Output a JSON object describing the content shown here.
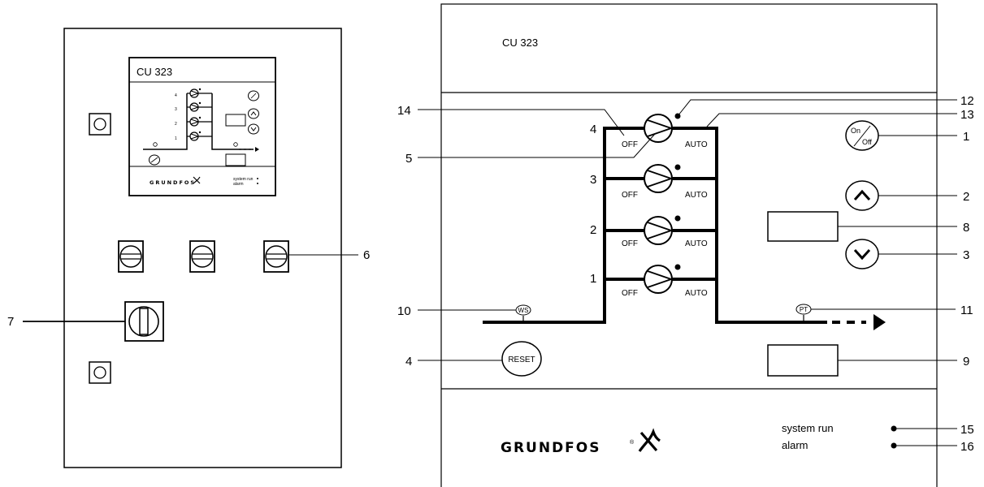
{
  "cabinet": {
    "display_title": "CU 323",
    "mini_brand": "GRUNDFOS",
    "mini_status": [
      "system run",
      "alarm"
    ],
    "mini_pump_nums": [
      "4",
      "3",
      "2",
      "1"
    ],
    "callouts": [
      "6",
      "7"
    ]
  },
  "panel": {
    "title": "CU 323",
    "pumps": [
      {
        "num": "4",
        "off": "OFF",
        "auto": "AUTO"
      },
      {
        "num": "3",
        "off": "OFF",
        "auto": "AUTO"
      },
      {
        "num": "2",
        "off": "OFF",
        "auto": "AUTO"
      },
      {
        "num": "1",
        "off": "OFF",
        "auto": "AUTO"
      }
    ],
    "onoff_on": "On",
    "onoff_off": "Off",
    "reset_label": "RESET",
    "ws_label": "WS",
    "pt_label": "PT",
    "brand": "GRUNDFOS",
    "brand_mark": "®",
    "status": [
      "system run",
      "alarm"
    ],
    "callouts": {
      "c1": "1",
      "c2": "2",
      "c3": "3",
      "c4": "4",
      "c5": "5",
      "c8": "8",
      "c9": "9",
      "c10": "10",
      "c11": "11",
      "c12": "12",
      "c13": "13",
      "c14": "14",
      "c15": "15",
      "c16": "16"
    }
  }
}
